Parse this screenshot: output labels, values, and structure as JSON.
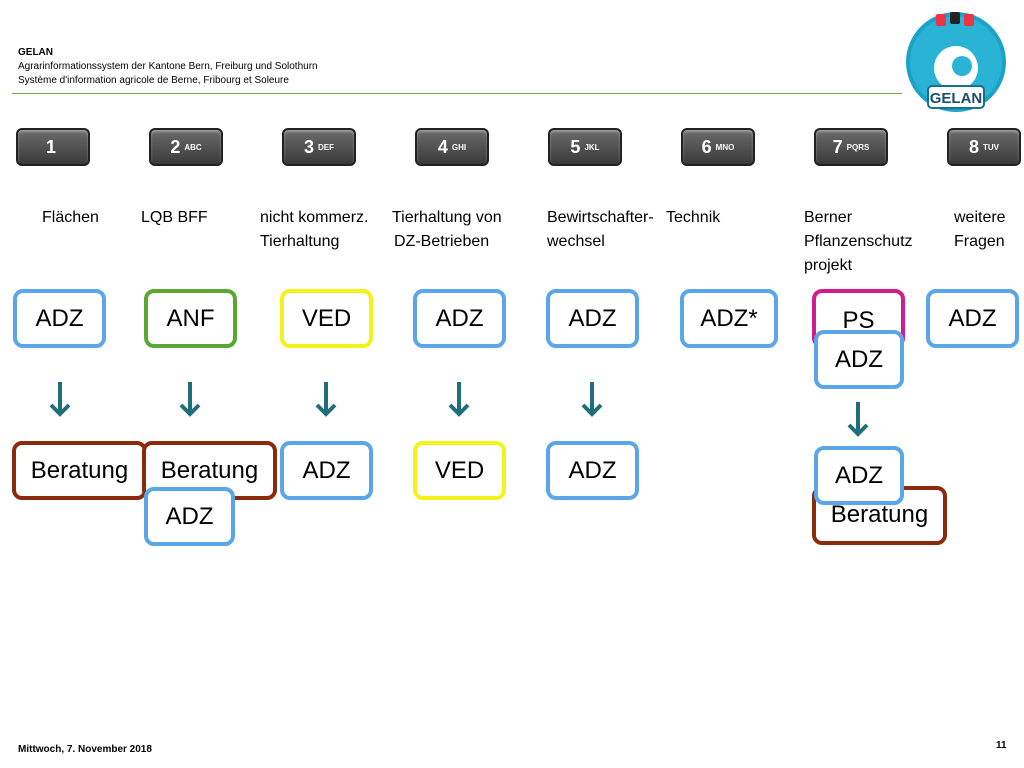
{
  "header": {
    "title": "GELAN",
    "subtitle_de": "Agrarinformationssystem der Kantone Bern, Freiburg und Solothurn",
    "subtitle_fr": "Système d'information agricole de Berne, Fribourg et Soleure"
  },
  "logo": {
    "text": "GELAN"
  },
  "keys": [
    {
      "num": "1",
      "letters": ""
    },
    {
      "num": "2",
      "letters": "ABC"
    },
    {
      "num": "3",
      "letters": "DEF"
    },
    {
      "num": "4",
      "letters": "GHI"
    },
    {
      "num": "5",
      "letters": "JKL"
    },
    {
      "num": "6",
      "letters": "MNO"
    },
    {
      "num": "7",
      "letters": "PQRS"
    },
    {
      "num": "8",
      "letters": "TUV"
    }
  ],
  "labels": {
    "l1": "Flächen",
    "l2": "LQB BFF",
    "l3a": "nicht kommerz.",
    "l3b": "Tierhaltung",
    "l4a": "Tierhaltung von",
    "l4b": "DZ-Betrieben",
    "l5a": "Bewirtschafter-",
    "l5b": "wechsel",
    "l6": "Technik",
    "l7a": "Berner",
    "l7b": "Pflanzenschutz",
    "l7c": "projekt",
    "l8a": "weitere",
    "l8b": "Fragen"
  },
  "top_boxes": [
    "ADZ",
    "ANF",
    "VED",
    "ADZ",
    "ADZ",
    "ADZ*",
    "PS",
    "ADZ"
  ],
  "ps_sub": "ADZ",
  "bottom": {
    "b1": "Beratung",
    "b2": "Beratung",
    "b2_sub": "ADZ",
    "b3": "ADZ",
    "b4": "VED",
    "b5": "ADZ",
    "b7_front": "ADZ",
    "b7_back": "Beratung"
  },
  "footer": {
    "date": "Mittwoch, 7. November 2018",
    "page": "11"
  },
  "colors": {
    "blue": "#5aa6e8",
    "green": "#5aa832",
    "yellow": "#f5f21a",
    "brown": "#8a2b0c",
    "magenta": "#d21b8f",
    "arrow": "#1f6f7a"
  }
}
